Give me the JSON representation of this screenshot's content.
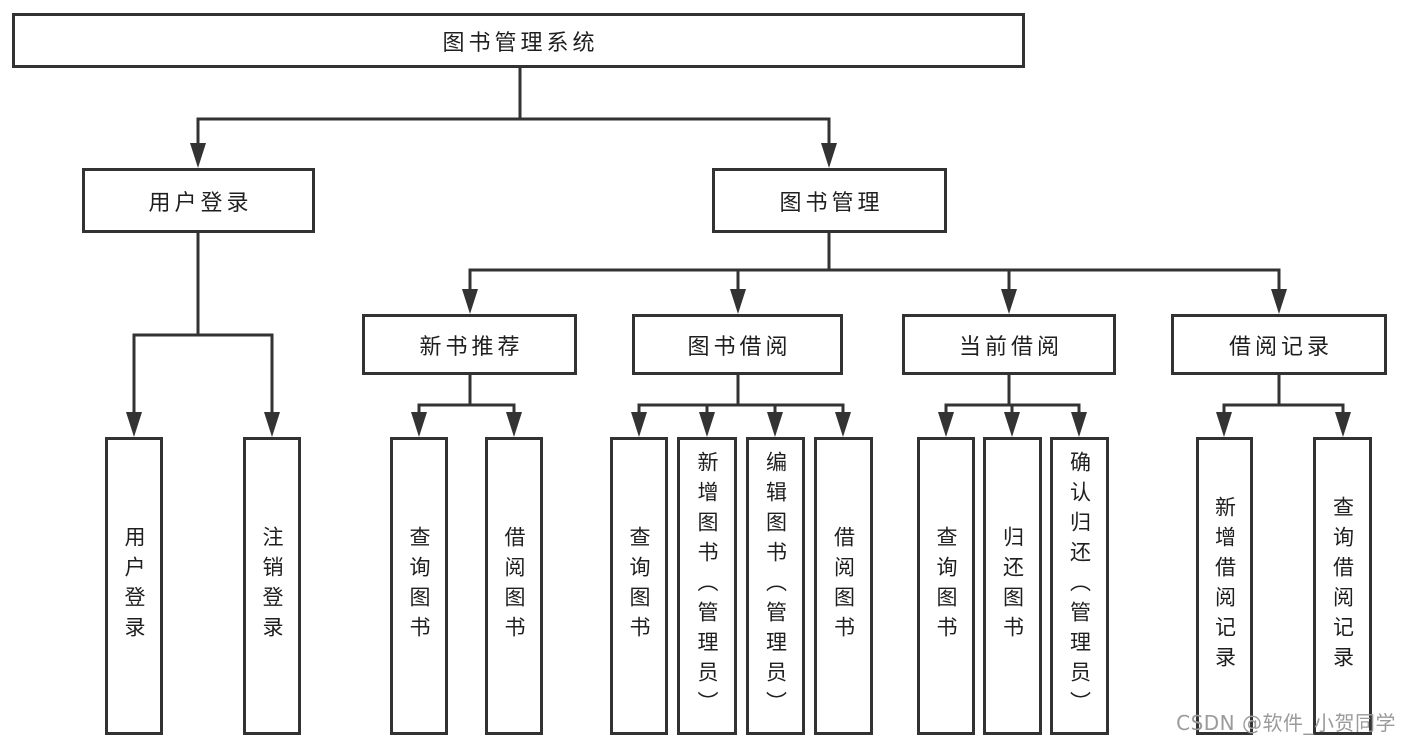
{
  "colors": {
    "line": "#333333",
    "box_border": "#323232",
    "text": "#1f1f1f",
    "background": "#ffffff",
    "watermark_text": "#9b9b9b"
  },
  "watermark": "CSDN @软件_小贺同学",
  "tree": {
    "root": {
      "label": "图书管理系统"
    },
    "branches": [
      {
        "label": "用户登录",
        "leaves": [
          {
            "label": "用户登录"
          },
          {
            "label": "注销登录"
          }
        ]
      },
      {
        "label": "图书管理",
        "children": [
          {
            "label": "新书推荐",
            "leaves": [
              {
                "label": "查询图书"
              },
              {
                "label": "借阅图书"
              }
            ]
          },
          {
            "label": "图书借阅",
            "leaves": [
              {
                "label": "查询图书"
              },
              {
                "label": "新增图书（管理员）"
              },
              {
                "label": "编辑图书（管理员）"
              },
              {
                "label": "借阅图书"
              }
            ]
          },
          {
            "label": "当前借阅",
            "leaves": [
              {
                "label": "查询图书"
              },
              {
                "label": "归还图书"
              },
              {
                "label": "确认归还（管理员）"
              }
            ]
          },
          {
            "label": "借阅记录",
            "leaves": [
              {
                "label": "新增借阅记录"
              },
              {
                "label": "查询借阅记录"
              }
            ]
          }
        ]
      }
    ]
  }
}
